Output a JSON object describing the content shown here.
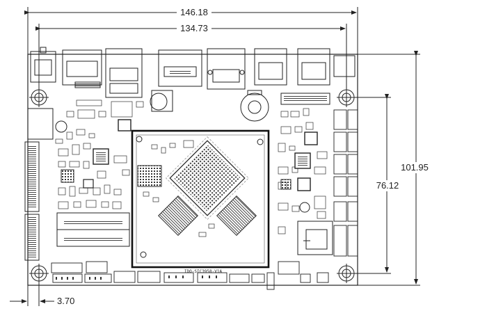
{
  "dimensions": {
    "overall_width": "146.18",
    "hole_spacing_width": "134.73",
    "overall_height": "101.95",
    "hole_spacing_height": "76.12",
    "edge_offset": "3.70"
  },
  "labels": {
    "module_name": "IDO-SIC3958-V1A"
  }
}
